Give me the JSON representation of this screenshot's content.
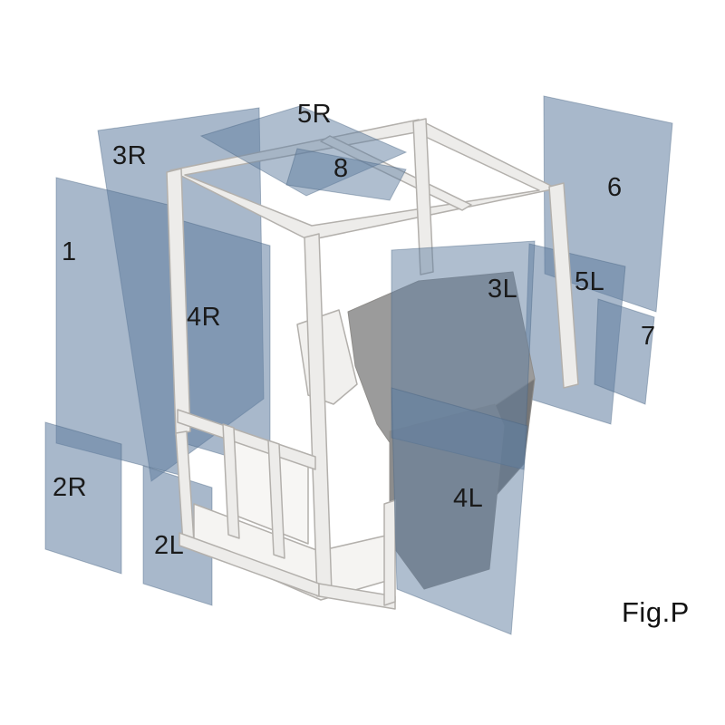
{
  "figure": {
    "caption": "Fig.P",
    "labels": [
      {
        "id": "1",
        "text": "1"
      },
      {
        "id": "2R",
        "text": "2R"
      },
      {
        "id": "2L",
        "text": "2L"
      },
      {
        "id": "3R",
        "text": "3R"
      },
      {
        "id": "3L",
        "text": "3L"
      },
      {
        "id": "4R",
        "text": "4R"
      },
      {
        "id": "4L",
        "text": "4L"
      },
      {
        "id": "5R",
        "text": "5R"
      },
      {
        "id": "5L",
        "text": "5L"
      },
      {
        "id": "6",
        "text": "6"
      },
      {
        "id": "7",
        "text": "7"
      },
      {
        "id": "8",
        "text": "8"
      }
    ]
  },
  "colors": {
    "glass_fill": "rgba(96,126,160,0.55)",
    "glass_fill_front": "rgba(96,126,160,0.5)",
    "frame": "#edecea",
    "interior": "#8c8c8c",
    "label_text": "#1a1a1a",
    "background": "#ffffff"
  }
}
